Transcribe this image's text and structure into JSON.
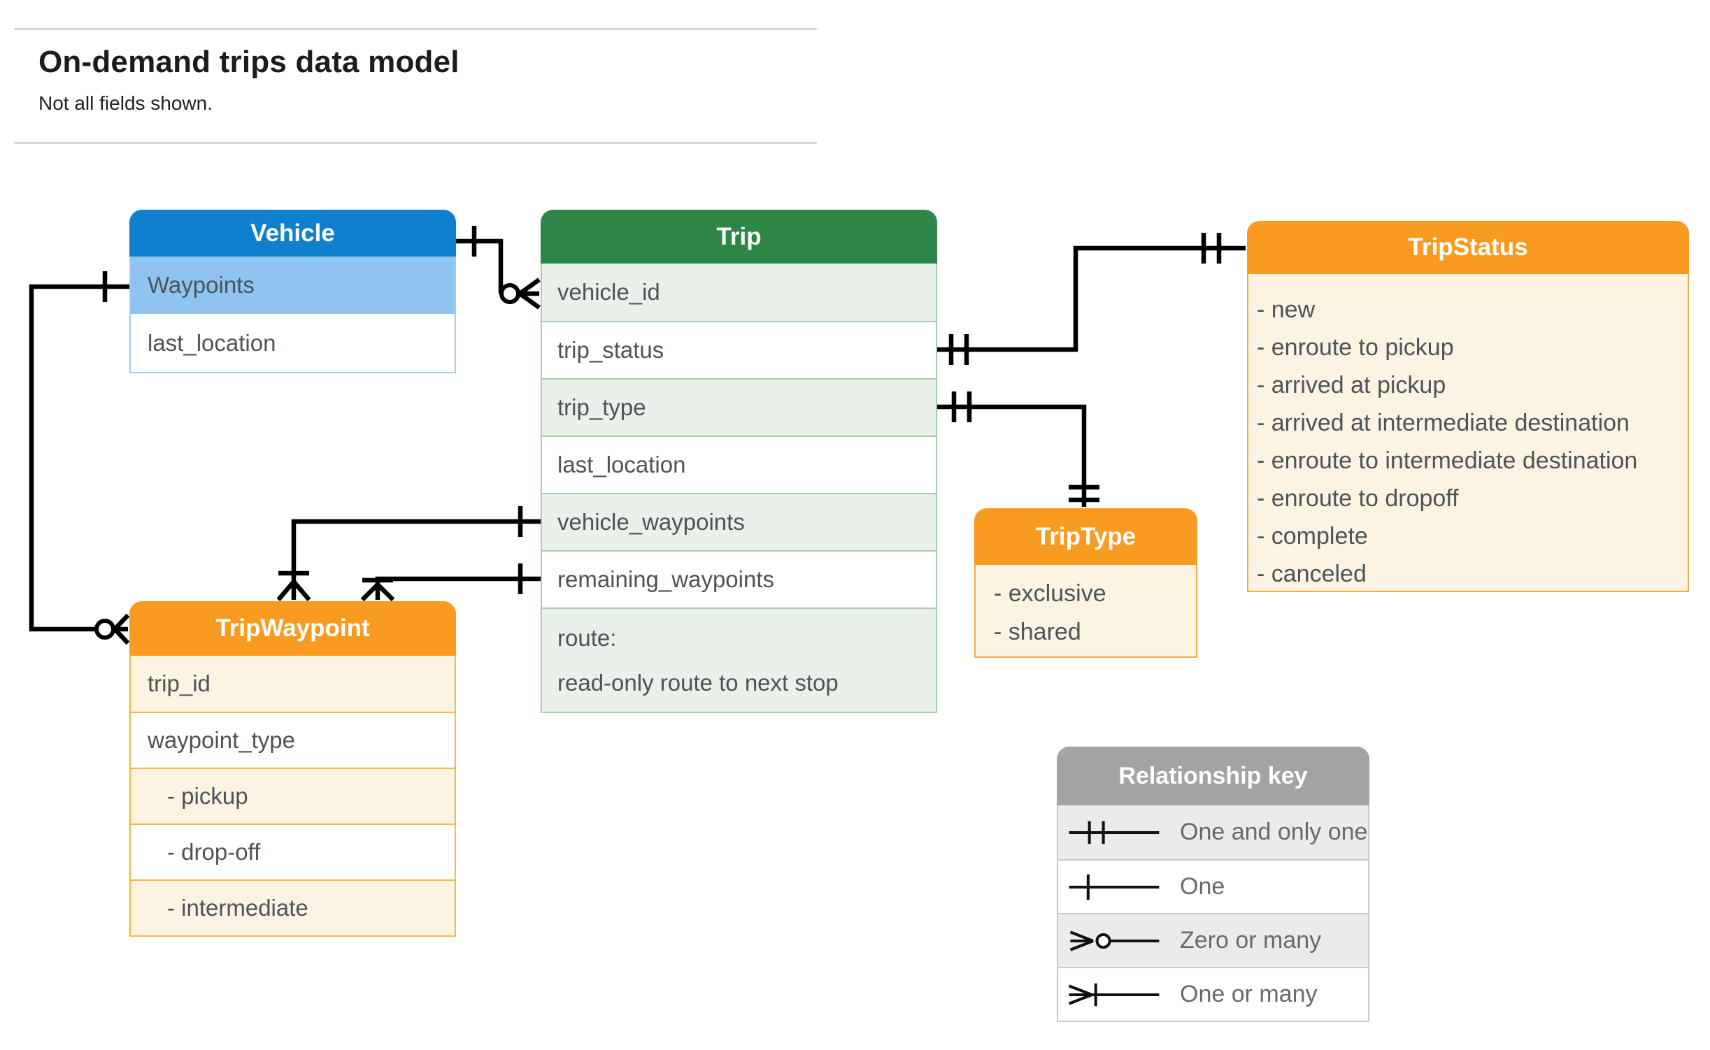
{
  "header": {
    "title": "On-demand trips data model",
    "subtitle": "Not all fields shown."
  },
  "colors": {
    "vehicle_header_blue": "#0f80ce",
    "vehicle_highlight_blue": "#8ec4ef",
    "trip_header_green": "#2e8646",
    "trip_row_green": "#e9f1ea",
    "orange_header": "#f89b20",
    "cream_body": "#fcf3e2",
    "key_header_gray": "#a3a3a3",
    "key_row_gray": "#ebebeb",
    "cell_text": "#4d5358",
    "connector_black": "#000000"
  },
  "entities": {
    "vehicle": {
      "title": "Vehicle",
      "fields": {
        "waypoints": "Waypoints",
        "last_location": "last_location"
      }
    },
    "trip": {
      "title": "Trip",
      "fields": {
        "vehicle_id": "vehicle_id",
        "trip_status": "trip_status",
        "trip_type": "trip_type",
        "last_location": "last_location",
        "vehicle_waypoints": "vehicle_waypoints",
        "remaining_waypoints": "remaining_waypoints"
      },
      "route": {
        "line1": "route:",
        "line2": "read-only route to next stop"
      }
    },
    "tripstatus": {
      "title": "TripStatus",
      "values": [
        "- new",
        "- enroute to pickup",
        "- arrived at pickup",
        "- arrived at intermediate destination",
        "- enroute to intermediate destination",
        "- enroute to dropoff",
        "- complete",
        "- canceled"
      ]
    },
    "triptype": {
      "title": "TripType",
      "values": [
        "- exclusive",
        "- shared"
      ]
    },
    "tripwaypoint": {
      "title": "TripWaypoint",
      "fields": [
        "trip_id",
        "waypoint_type",
        "- pickup",
        "- drop-off",
        "- intermediate"
      ]
    }
  },
  "legend": {
    "title": "Relationship key",
    "rows": [
      {
        "symbol": "one-and-only-one",
        "label": "One and only one"
      },
      {
        "symbol": "one",
        "label": "One"
      },
      {
        "symbol": "zero-or-many",
        "label": "Zero or many"
      },
      {
        "symbol": "one-or-many",
        "label": "One or many"
      }
    ]
  }
}
